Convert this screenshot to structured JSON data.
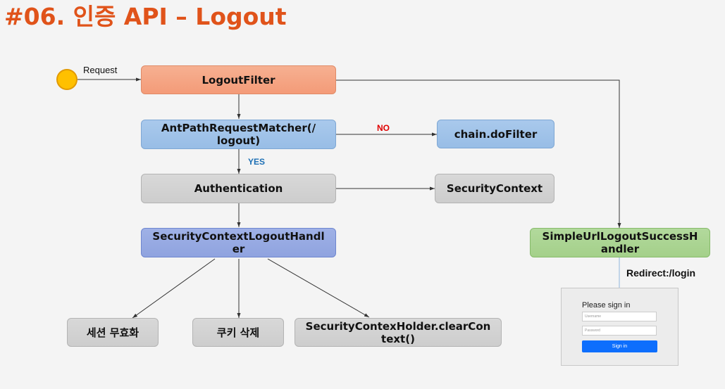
{
  "title": "#06. 인증 API – Logout",
  "labels": {
    "request": "Request",
    "no": "NO",
    "yes": "YES",
    "redirect": "Redirect:/login"
  },
  "nodes": {
    "logout_filter": [
      "LogoutFilter"
    ],
    "ant_path_matcher": [
      "AntPathRequestMatcher(/",
      "logout)"
    ],
    "chain_do_filter": [
      "chain.doFilter"
    ],
    "authentication": [
      "Authentication"
    ],
    "security_context": [
      "SecurityContext"
    ],
    "security_context_logout_handler": [
      "SecurityContextLogoutHandl",
      "er"
    ],
    "simple_url_logout_success_handler": [
      "SimpleUrlLogoutSuccessH",
      "andler"
    ],
    "session_invalidate": [
      "세션 무효화"
    ],
    "cookie_delete": [
      "쿠키 삭제"
    ],
    "clear_context": [
      "SecurityContexHolder.clearCon",
      "text()"
    ]
  },
  "login_page": {
    "heading": "Please sign in",
    "username_placeholder": "Username",
    "password_placeholder": "Password",
    "button": "Sign in",
    "button_color": "#0d6efd"
  },
  "colors": {
    "title": "#e0531a",
    "no_label": "#e00000",
    "yes_label": "#1c6fb5"
  }
}
